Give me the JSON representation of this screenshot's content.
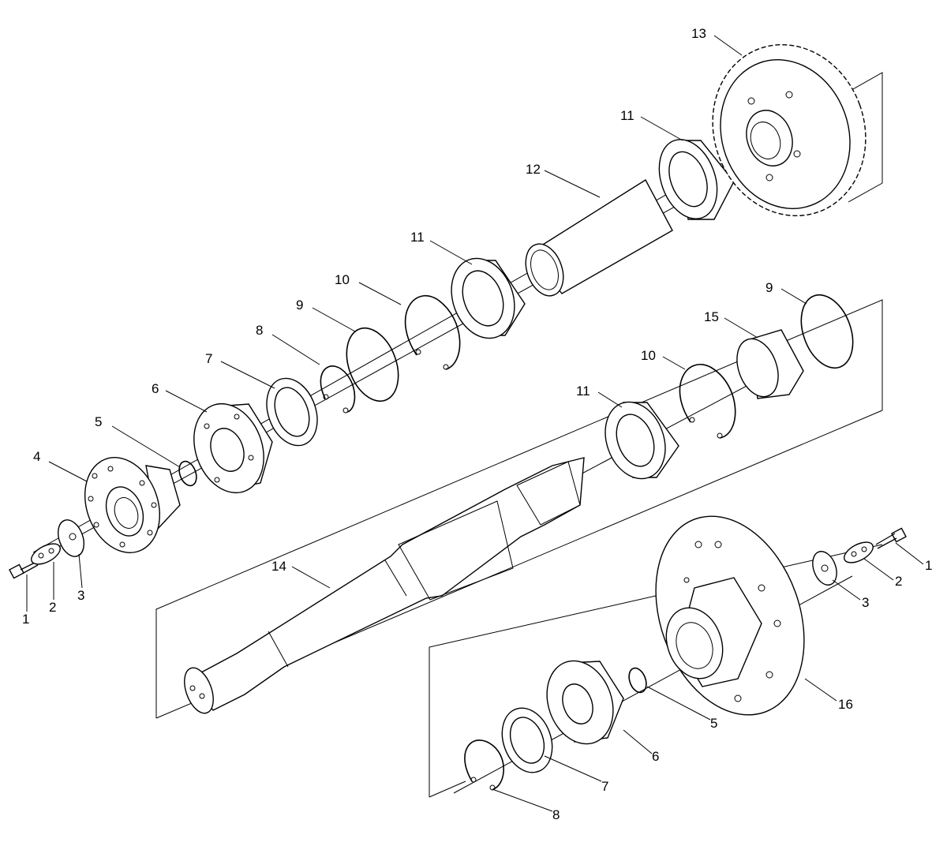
{
  "diagram": {
    "callouts": {
      "c1a": "1",
      "c2a": "2",
      "c3a": "3",
      "c4": "4",
      "c5a": "5",
      "c6a": "6",
      "c7a": "7",
      "c8a": "8",
      "c9a": "9",
      "c10a": "10",
      "c11a": "11",
      "c11b": "11",
      "c12": "12",
      "c13": "13",
      "c14": "14",
      "c9b": "9",
      "c15": "15",
      "c10b": "10",
      "c11c": "11",
      "c1b": "1",
      "c2b": "2",
      "c3b": "3",
      "c16": "16",
      "c5b": "5",
      "c6b": "6",
      "c7b": "7",
      "c8b": "8"
    }
  }
}
